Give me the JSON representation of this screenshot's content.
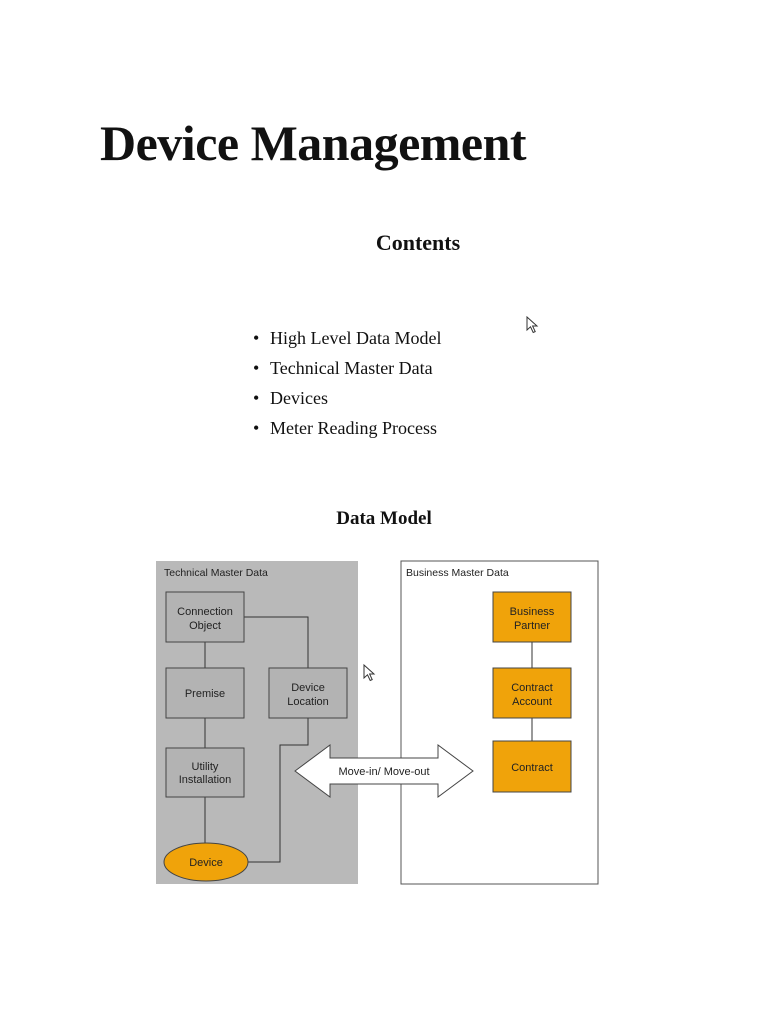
{
  "document": {
    "title": "Device Management",
    "contents_heading": "Contents",
    "contents_items": [
      "High Level Data Model",
      "Technical Master Data",
      "Devices",
      "Meter Reading Process"
    ],
    "bullet": "•",
    "data_model_heading": "Data Model"
  },
  "diagram": {
    "technical_panel_label": "Technical Master Data",
    "business_panel_label": "Business Master Data",
    "nodes": {
      "connection_object": [
        "Connection",
        "Object"
      ],
      "premise": [
        "Premise"
      ],
      "device_location": [
        "Device",
        "Location"
      ],
      "utility_installation": [
        "Utility",
        "Installation"
      ],
      "device": [
        "Device"
      ],
      "business_partner": [
        "Business",
        "Partner"
      ],
      "contract_account": [
        "Contract",
        "Account"
      ],
      "contract": [
        "Contract"
      ]
    },
    "arrow_label": "Move-in/ Move-out",
    "colors": {
      "technical_bg": "#b9b9b9",
      "technical_box": "#b3b3b3",
      "orange": "#f0a30a",
      "border": "#444444"
    }
  }
}
